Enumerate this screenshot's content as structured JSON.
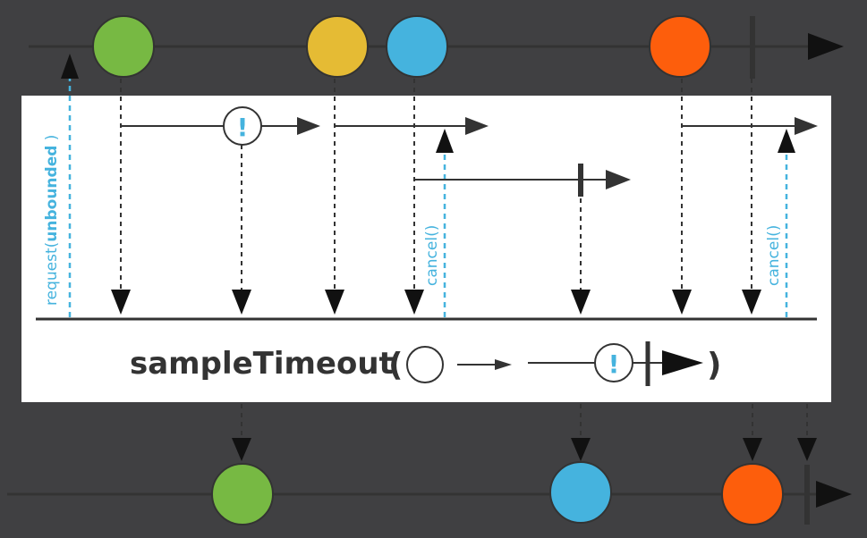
{
  "source": {
    "marbles": [
      {
        "color": "#77B943"
      },
      {
        "color": "#E5BB34"
      },
      {
        "color": "#45B3DE"
      },
      {
        "color": "#FD5E0C"
      }
    ]
  },
  "operator": {
    "name": "sampleTimeout",
    "open_paren": "(",
    "close_paren": ")",
    "error_mark": "!",
    "request_prefix": "request(",
    "request_arg": "unbounded",
    "request_suffix": " )",
    "cancel_label_1": "cancel()",
    "cancel_label_2": "cancel()",
    "inner_error_mark": "!"
  },
  "output": {
    "marbles": [
      {
        "color": "#77B943"
      },
      {
        "color": "#45B3DE"
      },
      {
        "color": "#FD5E0C"
      }
    ]
  },
  "colors": {
    "background": "#404042",
    "line": "#333333",
    "box": "#FFFFFF",
    "accent": "#45B3DE"
  }
}
